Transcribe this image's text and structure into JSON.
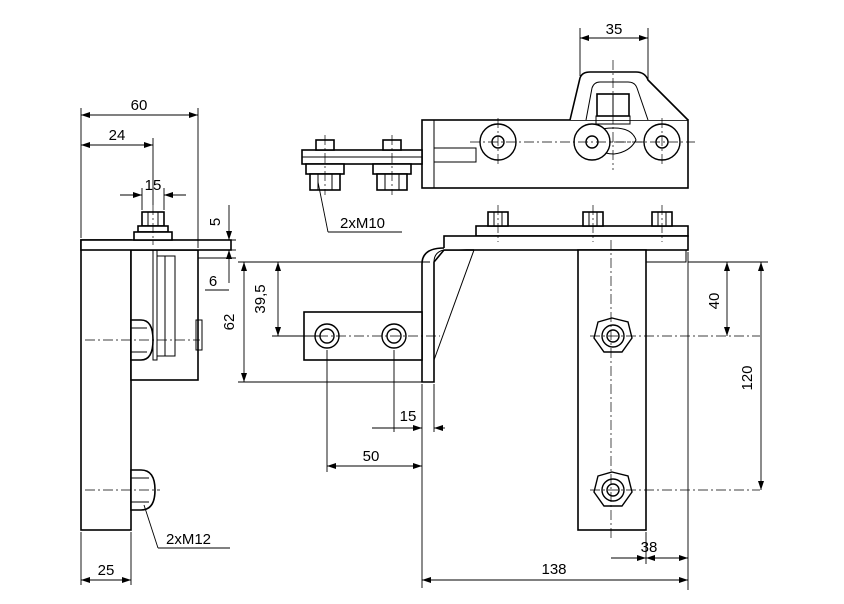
{
  "dimensions": {
    "d60": "60",
    "d24": "24",
    "d15_top": "15",
    "d5": "5",
    "d6": "6",
    "d25": "25",
    "d35": "35",
    "d39_5": "39,5",
    "d62": "62",
    "d15_mid": "15",
    "d50": "50",
    "d40": "40",
    "d120": "120",
    "d38": "38",
    "d138": "138"
  },
  "callouts": {
    "m10": "2xM10",
    "m12": "2xM12"
  }
}
